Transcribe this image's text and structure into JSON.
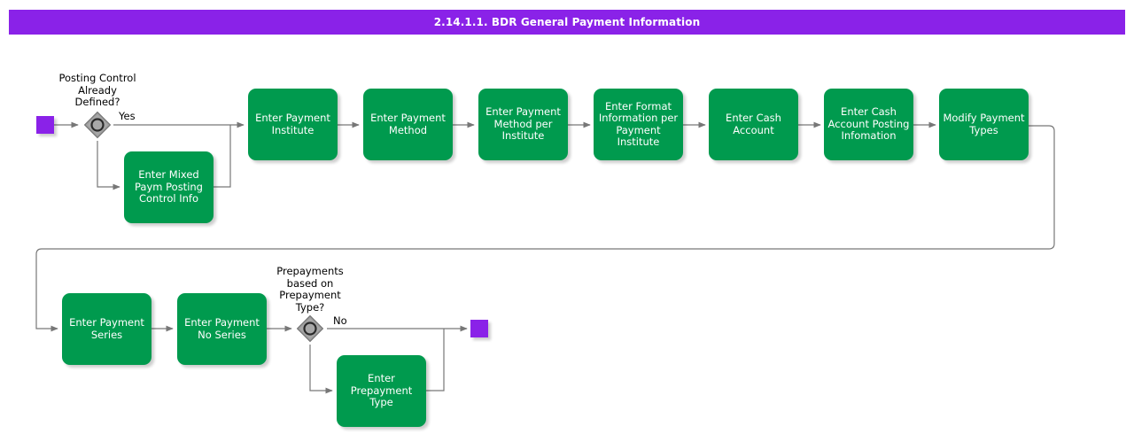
{
  "header": {
    "title": "2.14.1.1. BDR General Payment Information",
    "banner_color": "#8A22E8",
    "text_color": "#ffffff"
  },
  "diagram": {
    "type": "bpmn-flowchart",
    "node_color": "#009A4E",
    "event_color": "#8A22E8",
    "gateway_color": "#808080",
    "connector_color": "#666666",
    "start_event": {
      "name": "start-event"
    },
    "end_event": {
      "name": "end-event"
    },
    "gateways": [
      {
        "id": "gw-posting-control",
        "question": "Posting Control\nAlready\nDefined?",
        "branch_label": "Yes"
      },
      {
        "id": "gw-prepayments",
        "question": "Prepayments\nbased on\nPrepayment\nType?",
        "branch_label": "No"
      }
    ],
    "tasks": [
      {
        "id": "task-enter-mixed-paym-posting-control-info",
        "label": "Enter Mixed\nPaym Posting\nControl Info"
      },
      {
        "id": "task-enter-payment-institute",
        "label": "Enter Payment\nInstitute"
      },
      {
        "id": "task-enter-payment-method",
        "label": "Enter Payment\nMethod"
      },
      {
        "id": "task-enter-payment-method-per-institute",
        "label": "Enter Payment\nMethod per\nInstitute"
      },
      {
        "id": "task-enter-format-information-per-payment-institute",
        "label": "Enter Format\nInformation per\nPayment\nInstitute"
      },
      {
        "id": "task-enter-cash-account",
        "label": "Enter Cash\nAccount"
      },
      {
        "id": "task-enter-cash-account-posting-infomation",
        "label": "Enter Cash\nAccount Posting\nInfomation"
      },
      {
        "id": "task-modify-payment-types",
        "label": "Modify Payment\nTypes"
      },
      {
        "id": "task-enter-payment-series",
        "label": "Enter Payment\nSeries"
      },
      {
        "id": "task-enter-payment-no-series",
        "label": "Enter Payment\nNo Series"
      },
      {
        "id": "task-enter-prepayment-type",
        "label": "Enter\nPrepayment\nType"
      }
    ]
  }
}
